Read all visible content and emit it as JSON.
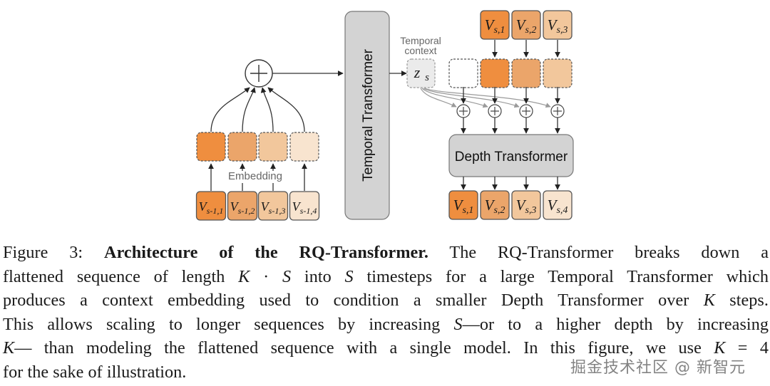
{
  "figure": {
    "colors": {
      "level1": "#ef8e3f",
      "level2": "#eba56a",
      "level3": "#f2c79c",
      "level4": "#f8e4cf",
      "transformer_fill": "#d3d3d3",
      "context_fill": "#ebebeb",
      "line": "#333333",
      "grey_arrow": "#9a9a9a"
    },
    "temporal_transformer_label": "Temporal Transformer",
    "depth_transformer_label": "Depth Transformer",
    "temporal_context_label_line1": "Temporal",
    "temporal_context_label_line2": "context",
    "context_symbol": "z",
    "context_subscript": "s",
    "embedding_label": "Embedding",
    "sum_symbol": "+",
    "prev_tokens": [
      {
        "base": "V",
        "sub": "s-1,1"
      },
      {
        "base": "V",
        "sub": "s-1,2"
      },
      {
        "base": "V",
        "sub": "s-1,3"
      },
      {
        "base": "V",
        "sub": "s-1,4"
      }
    ],
    "depth_input_tokens": [
      {
        "base": "V",
        "sub": "s,1"
      },
      {
        "base": "V",
        "sub": "s,2"
      },
      {
        "base": "V",
        "sub": "s,3"
      }
    ],
    "output_tokens": [
      {
        "base": "V",
        "sub": "s,1"
      },
      {
        "base": "V",
        "sub": "s,2"
      },
      {
        "base": "V",
        "sub": "s,3"
      },
      {
        "base": "V",
        "sub": "s,4"
      }
    ]
  },
  "caption": {
    "label": "Figure 3:",
    "title": "Architecture of the RQ-Transformer.",
    "line1_rest": "The RQ-Transformer breaks down a",
    "line2_a": "flattened sequence of length ",
    "line2_k": "K",
    "line2_dot": " · ",
    "line2_s": "S",
    "line2_b": " into ",
    "line2_s2": "S",
    "line2_c": " timesteps for a large Temporal Transformer which",
    "line3": "produces a context embedding used to condition a smaller Depth Transformer over ",
    "line3_k": "K",
    "line3_end": " steps.",
    "line4_a": "This allows scaling to longer sequences by increasing ",
    "line4_s": "S",
    "line4_b": "—or to a higher depth by increasing",
    "line5_k": "K",
    "line5_a": "— than modeling the flattened sequence with a single model. In this figure, we use ",
    "line5_k2": "K",
    "line5_b": " = 4",
    "line6": "for the sake of illustration."
  },
  "watermark": "掘金技术社区 @ 新智元"
}
